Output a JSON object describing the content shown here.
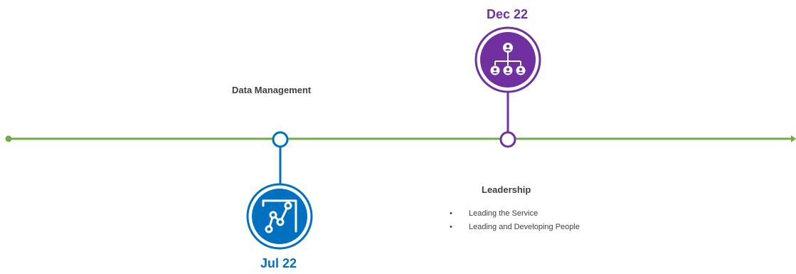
{
  "colors": {
    "timeline": "#70AD47",
    "data_management": "#0070C0",
    "leadership": "#7030A0"
  },
  "milestones": [
    {
      "id": "data-management",
      "title": "Data Management",
      "date": "Jul 22",
      "icon": "analytics-chart-icon"
    },
    {
      "id": "leadership",
      "title": "Leadership",
      "date": "Dec 22",
      "icon": "org-chart-icon",
      "bullets": [
        "Leading the Service",
        "Leading and Developing People"
      ]
    }
  ]
}
